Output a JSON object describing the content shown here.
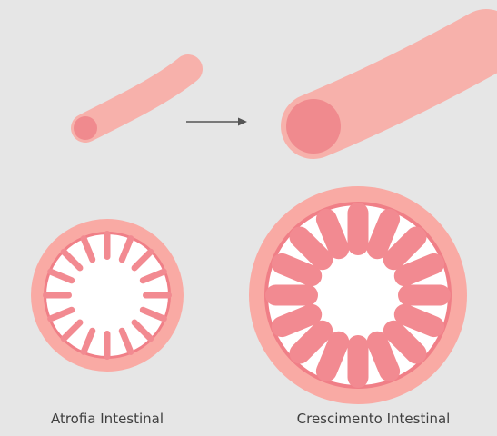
{
  "colors": {
    "background": "#e6e6e6",
    "tube_outer": "#f7b1ab",
    "tube_inner": "#f08a8e",
    "cross_section_outer": "#f9aaa4",
    "cross_section_ring": "#f07f87",
    "cross_section_lumen": "#ffffff",
    "villi": "#f28a91",
    "arrow": "#555555",
    "caption_text": "#3f3f3f"
  },
  "labels": {
    "left_caption": "Atrofia Intestinal",
    "right_caption": "Crescimento Intestinal"
  },
  "villi": {
    "left_count": 16,
    "right_count": 16
  }
}
